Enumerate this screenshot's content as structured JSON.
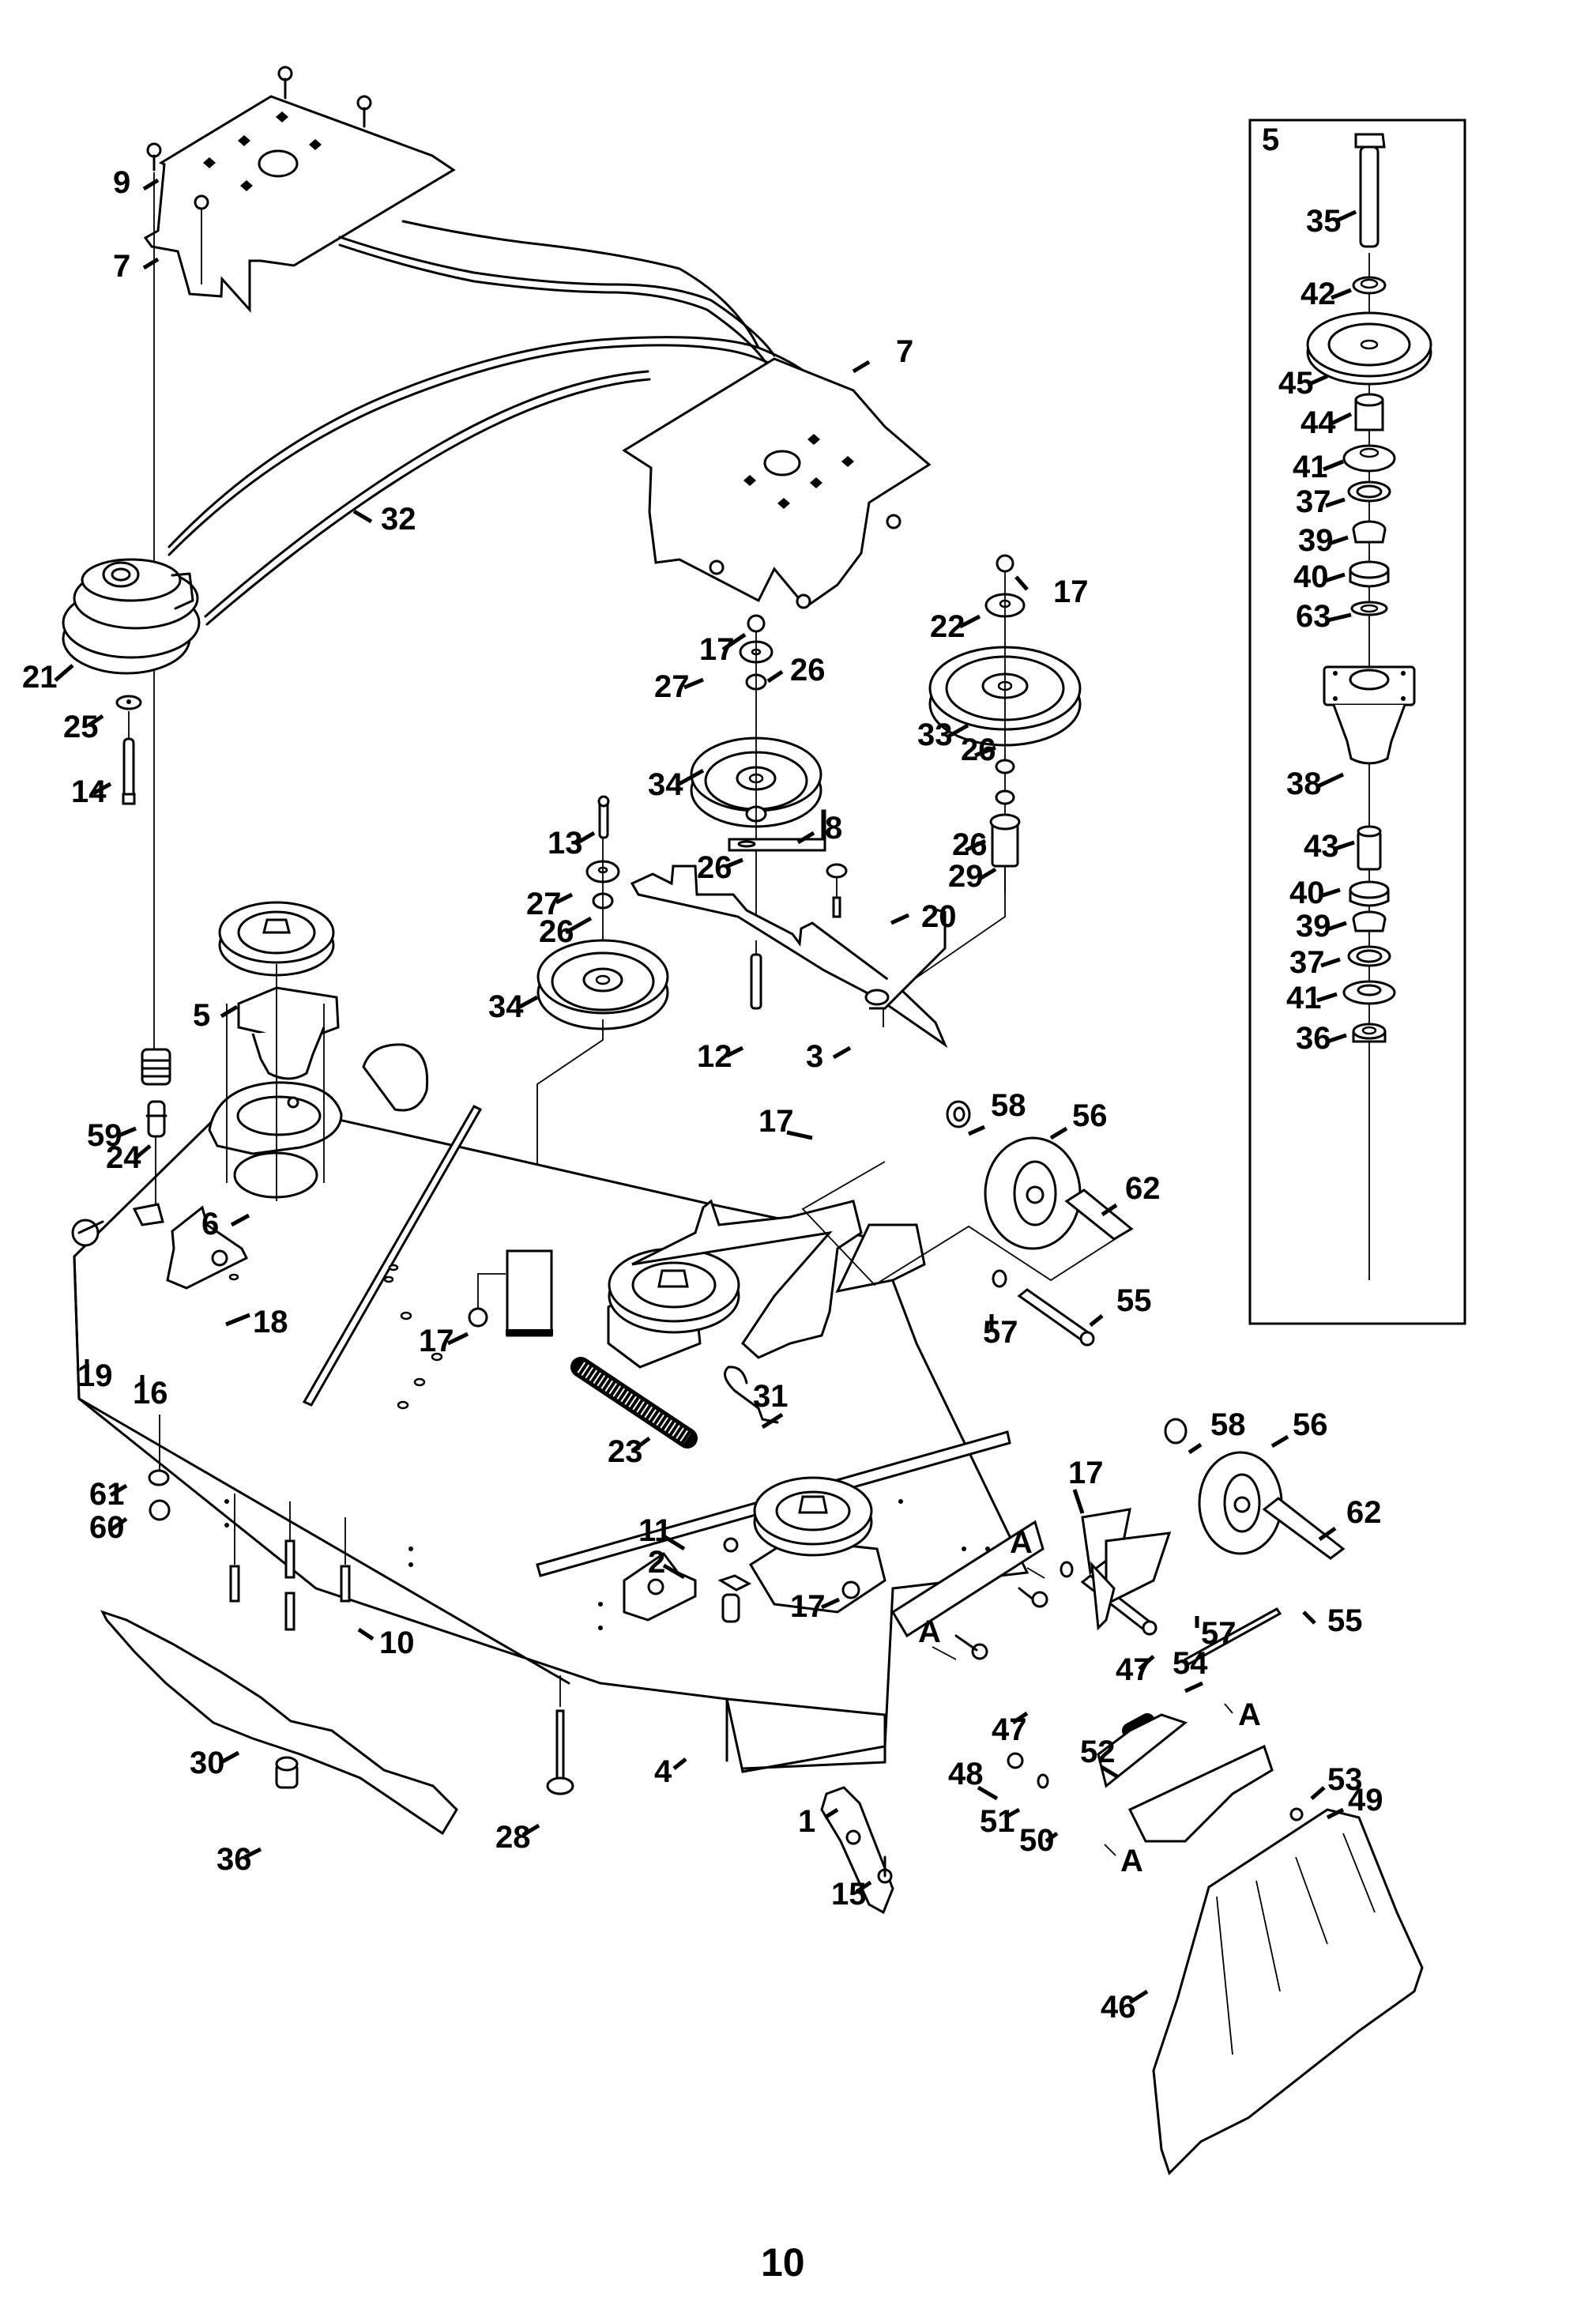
{
  "document": {
    "type": "exploded parts diagram",
    "page_number": "10",
    "colors": {
      "ink": "#000000",
      "paper": "#ffffff"
    }
  },
  "inset": {
    "title": "5",
    "callouts": [
      "35",
      "42",
      "45",
      "44",
      "41",
      "37",
      "39",
      "40",
      "63",
      "38",
      "43",
      "40",
      "39",
      "37",
      "41",
      "36"
    ]
  },
  "main": {
    "callouts": [
      "9",
      "7",
      "7",
      "32",
      "21",
      "25",
      "14",
      "17",
      "27",
      "26",
      "22",
      "17",
      "33",
      "34",
      "26",
      "26",
      "8",
      "26",
      "29",
      "13",
      "27",
      "26",
      "20",
      "34",
      "12",
      "3",
      "5",
      "59",
      "24",
      "6",
      "17",
      "58",
      "56",
      "62",
      "17",
      "18",
      "19",
      "16",
      "57",
      "55",
      "23",
      "31",
      "58",
      "56",
      "17",
      "62",
      "61",
      "60",
      "11",
      "2",
      "A",
      "A",
      "10",
      "17",
      "57",
      "55",
      "47",
      "47",
      "54",
      "30",
      "4",
      "28",
      "52",
      "48",
      "53",
      "49",
      "36",
      "51",
      "50",
      "A",
      "A",
      "1",
      "15",
      "46"
    ]
  }
}
